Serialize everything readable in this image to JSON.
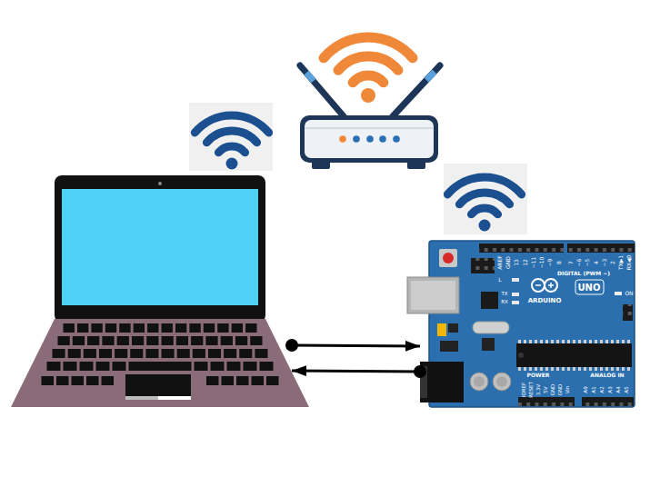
{
  "diagram": {
    "nodes": [
      {
        "text": []
      },
      {
        "text": [
          "AREF",
          "GND",
          "13",
          "12",
          "~11",
          "~10",
          "~9",
          "8",
          "7",
          "~6",
          "~5",
          "4",
          "~3",
          "2",
          "TX▶1",
          "RX◀0",
          "DIGITAL (PWM ~)",
          "L",
          "UNO",
          "ON",
          "TX",
          "RX",
          "ARDUINO",
          "POWER",
          "ANALOG IN",
          "IOREF",
          "RESET",
          "3.3V",
          "5V",
          "GND",
          "GND",
          "Vin",
          "A0",
          "A1",
          "A2",
          "A3",
          "A4",
          "A5"
        ]
      }
    ],
    "edges": [
      {
        "from": 0,
        "to": 1,
        "arrow": "to"
      },
      {
        "from": 1,
        "to": 0,
        "arrow": "to"
      }
    ]
  }
}
